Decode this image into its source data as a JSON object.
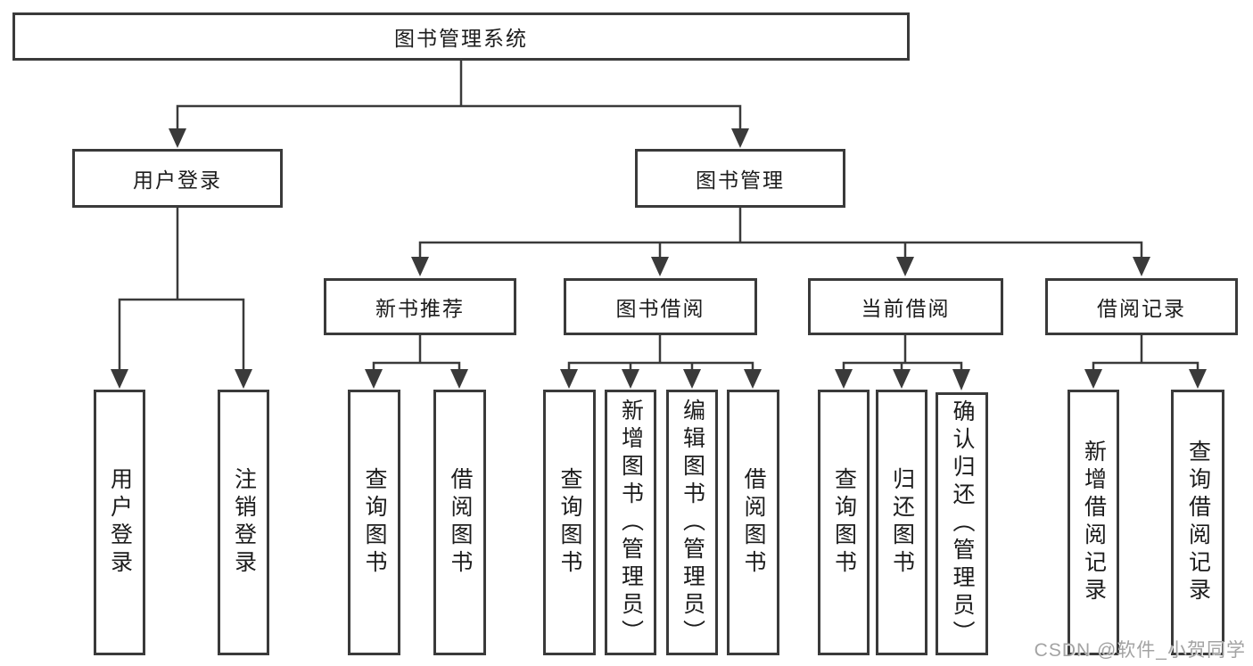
{
  "watermark": "CSDN @软件_小贺同学",
  "colors": {
    "line": "#3a3a3a",
    "box_border": "#3a3a3a",
    "box_fill": "#ffffff",
    "text": "#1c1c1c",
    "watermark": "#a3a3a3"
  },
  "tree": {
    "label": "图书管理系统",
    "children": [
      {
        "label": "用户登录",
        "children": [
          {
            "label": "用户登录"
          },
          {
            "label": "注销登录"
          }
        ]
      },
      {
        "label": "图书管理",
        "children": [
          {
            "label": "新书推荐",
            "children": [
              {
                "label": "查询图书"
              },
              {
                "label": "借阅图书"
              }
            ]
          },
          {
            "label": "图书借阅",
            "children": [
              {
                "label": "查询图书"
              },
              {
                "label": "新增图书（管理员）"
              },
              {
                "label": "编辑图书（管理员）"
              },
              {
                "label": "借阅图书"
              }
            ]
          },
          {
            "label": "当前借阅",
            "children": [
              {
                "label": "查询图书"
              },
              {
                "label": "归还图书"
              },
              {
                "label": "确认归还（管理员）"
              }
            ]
          },
          {
            "label": "借阅记录",
            "children": [
              {
                "label": "新增借阅记录"
              },
              {
                "label": "查询借阅记录"
              }
            ]
          }
        ]
      }
    ]
  }
}
